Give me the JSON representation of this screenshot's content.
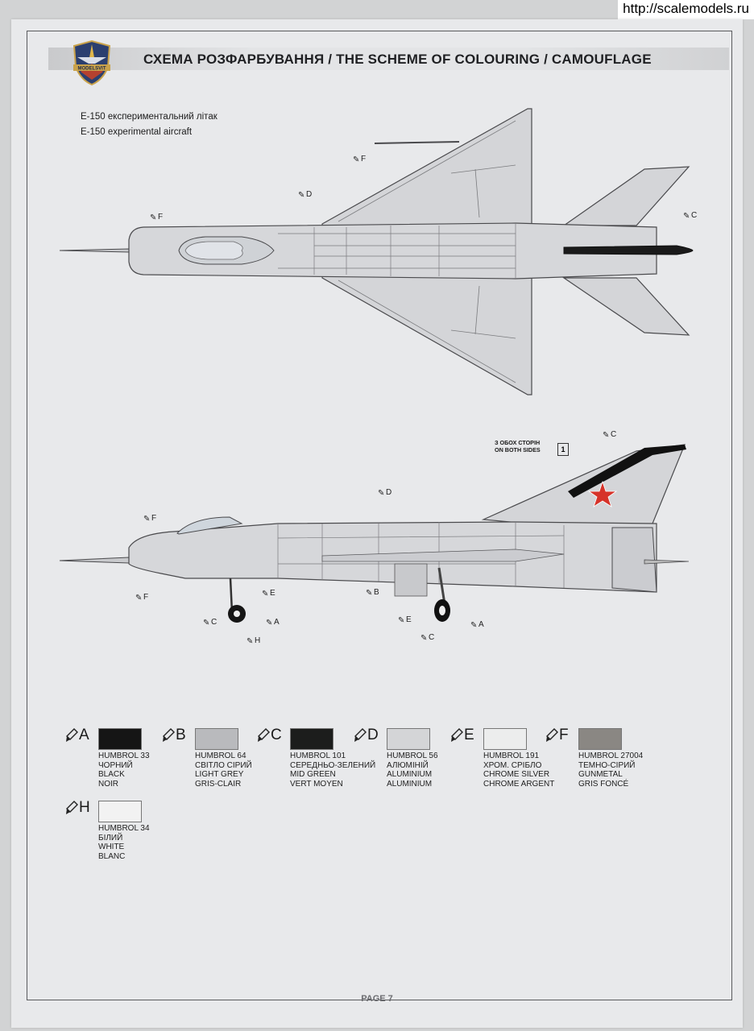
{
  "watermark": "http://scalemodels.ru",
  "header": {
    "logo_text": "MODELSVIT",
    "title": "СХЕМА РОЗФАРБУВАННЯ / THE SCHEME OF COLOURING / CAMOUFLAGE"
  },
  "aircraft": {
    "name_ua": "E-150 експериментальний літак",
    "name_en": "E-150 experimental aircraft"
  },
  "decal_note": {
    "line1": "З ОБОХ СТОРІН",
    "line2": "ON BOTH SIDES",
    "number": "1"
  },
  "callouts": {
    "top": [
      "F",
      "D",
      "F",
      "C"
    ],
    "side": [
      "C",
      "D",
      "F",
      "F",
      "E",
      "A",
      "C",
      "H",
      "B",
      "E",
      "C",
      "A"
    ]
  },
  "legend": [
    {
      "letter": "A",
      "code": "HUMBROL 33",
      "ua": "ЧОРНИЙ",
      "en": "BLACK",
      "fr": "NOIR",
      "color": "#151515"
    },
    {
      "letter": "B",
      "code": "HUMBROL 64",
      "ua": "СВІТЛО СІРИЙ",
      "en": "LIGHT GREY",
      "fr": "GRIS-CLAIR",
      "color": "#b9babd"
    },
    {
      "letter": "C",
      "code": "HUMBROL 101",
      "ua": "СЕРЕДНЬО-ЗЕЛЕНИЙ",
      "en": "MID GREEN",
      "fr": "VERT MOYEN",
      "color": "#1c1d1c"
    },
    {
      "letter": "D",
      "code": "HUMBROL 56",
      "ua": "АЛЮМІНІЙ",
      "en": "ALUMINIUM",
      "fr": "ALUMINIUM",
      "color": "#d4d5d7"
    },
    {
      "letter": "E",
      "code": "HUMBROL 191",
      "ua": "ХРОМ. СРІБЛО",
      "en": "CHROME SILVER",
      "fr": "CHROME ARGENT",
      "color": "#eceded"
    },
    {
      "letter": "F",
      "code": "HUMBROL 27004",
      "ua": "ТЕМНО-СІРИЙ",
      "en": "GUNMETAL",
      "fr": "GRIS FONCÉ",
      "color": "#8a8783"
    },
    {
      "letter": "H",
      "code": "HUMBROL 34",
      "ua": "БІЛИЙ",
      "en": "WHITE",
      "fr": "BLANC",
      "color": "#f2f2f2"
    }
  ],
  "page_label": "PAGE 7"
}
